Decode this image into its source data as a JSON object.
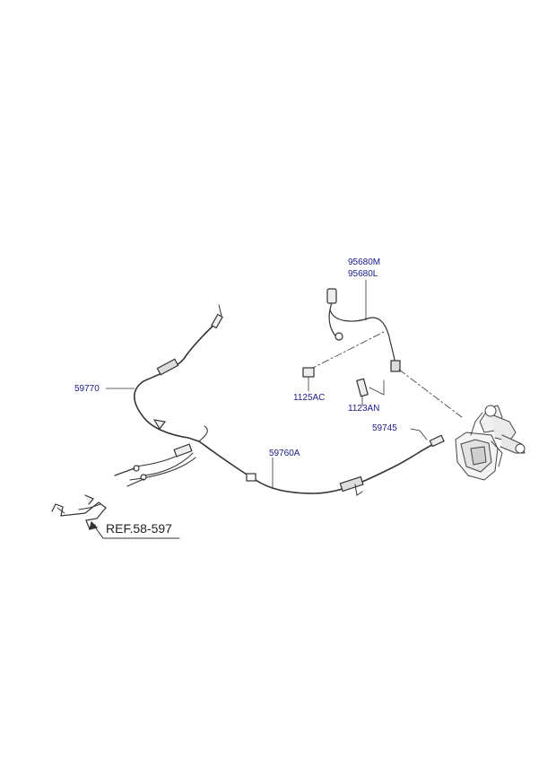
{
  "labels": {
    "p95680m": "95680M",
    "p95680l": "95680L",
    "p59770": "59770",
    "p1125ac": "1125AC",
    "p1123an": "1123AN",
    "p59745": "59745",
    "p59760a": "59760A",
    "ref": "REF.58-597"
  },
  "colors": {
    "label_text": "#1a1a8c",
    "line": "#333333",
    "part": "#555555"
  }
}
